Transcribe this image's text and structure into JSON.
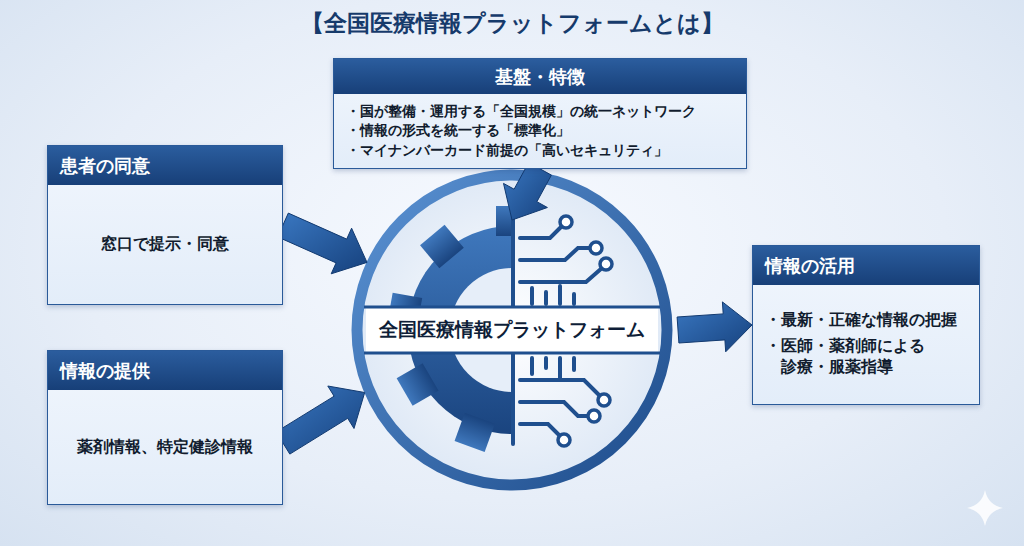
{
  "diagram": {
    "title": "【全国医療情報プラットフォームとは】",
    "nodes": [
      {
        "text": [
          "基盤・特徴",
          "・国が整備・運用する「全国規模」の統一ネットワーク",
          "・情報の形式を統一する「標準化」",
          "・マイナンバーカード前提の「高いセキュリティ」"
        ]
      },
      {
        "text": [
          "患者の同意",
          "窓口で提示・同意"
        ]
      },
      {
        "text": [
          "情報の提供",
          "薬剤情報、特定健診情報"
        ]
      },
      {
        "text": [
          "全国医療情報プラットフォーム"
        ]
      },
      {
        "text": [
          "情報の活用",
          "・最新・正確な情報の把握",
          "・医師・薬剤師による 診療・服薬指導"
        ]
      }
    ],
    "edges": [
      {
        "from": 0,
        "to": 3,
        "arrow": "to"
      },
      {
        "from": 1,
        "to": 3,
        "arrow": "to"
      },
      {
        "from": 2,
        "to": 3,
        "arrow": "to"
      },
      {
        "from": 3,
        "to": 4,
        "arrow": "to"
      }
    ]
  }
}
